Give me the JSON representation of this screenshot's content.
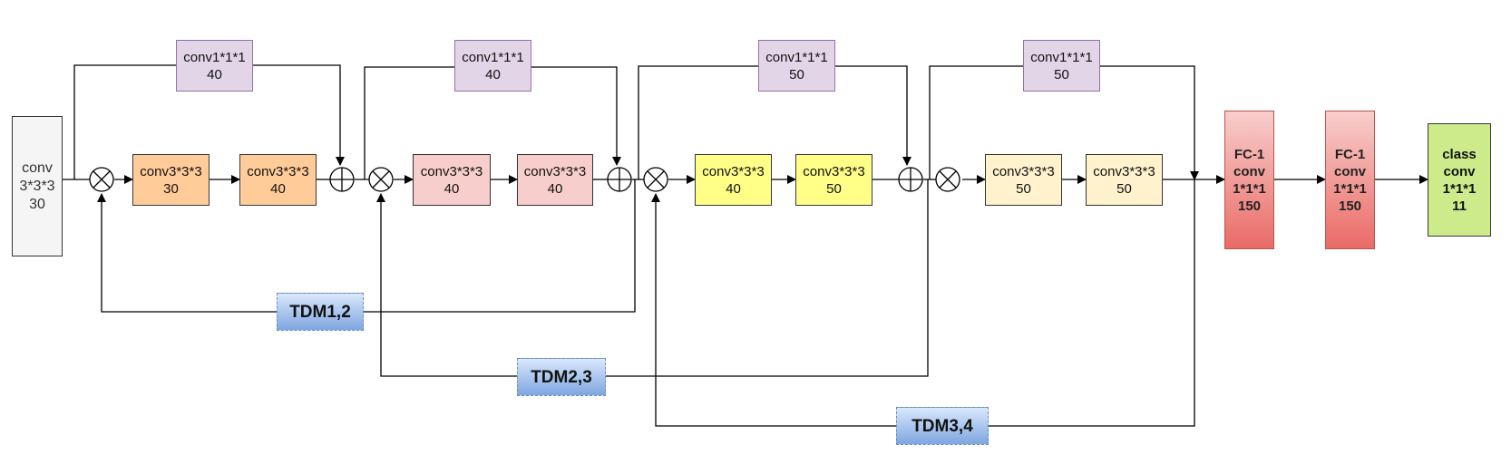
{
  "blocks": {
    "input": [
      "conv",
      "3*3*3",
      "30"
    ],
    "skip1": [
      "conv1*1*1",
      "40"
    ],
    "skip2": [
      "conv1*1*1",
      "40"
    ],
    "skip3": [
      "conv1*1*1",
      "50"
    ],
    "skip4": [
      "conv1*1*1",
      "50"
    ],
    "b1a": [
      "conv3*3*3",
      "30"
    ],
    "b1b": [
      "conv3*3*3",
      "40"
    ],
    "b2a": [
      "conv3*3*3",
      "40"
    ],
    "b2b": [
      "conv3*3*3",
      "40"
    ],
    "b3a": [
      "conv3*3*3",
      "40"
    ],
    "b3b": [
      "conv3*3*3",
      "50"
    ],
    "b4a": [
      "conv3*3*3",
      "50"
    ],
    "b4b": [
      "conv3*3*3",
      "50"
    ],
    "fc1": [
      "FC-1",
      "conv",
      "1*1*1",
      "150"
    ],
    "fc2": [
      "FC-1",
      "conv",
      "1*1*1",
      "150"
    ],
    "cls": [
      "class",
      "conv",
      "1*1*1",
      "11"
    ]
  },
  "tdm": {
    "t12": "TDM1,2",
    "t23": "TDM2,3",
    "t34": "TDM3,4"
  },
  "colors": {
    "purple": "#e1d5e7",
    "orange": "#ffcc99",
    "pink": "#f8cecc",
    "yellow": "#ffff88",
    "cream": "#fff2cc",
    "red": "#ea6b66",
    "green": "#cdeb8b",
    "blue": "#7ea6e0",
    "grey": "#f5f5f5"
  }
}
